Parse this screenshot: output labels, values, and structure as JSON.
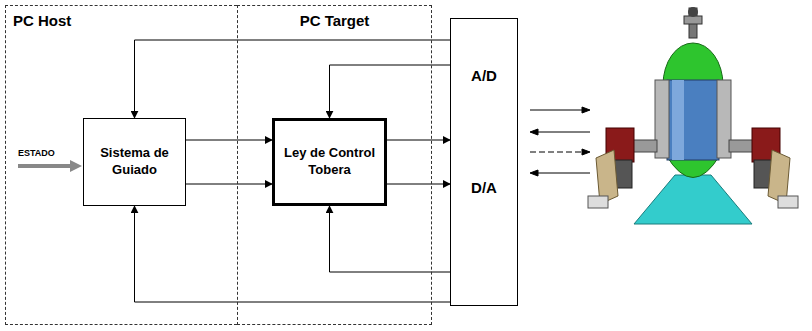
{
  "diagram": {
    "nodes": [
      {
        "text": [
          "PC Host"
        ]
      },
      {
        "text": [
          "PC Target"
        ]
      },
      {
        "text": [
          "Sistema de Guiado"
        ],
        "in": 0
      },
      {
        "text": [
          "Ley de Control Tobera"
        ],
        "in": 1
      },
      {
        "text": [
          "A/D",
          "D/A"
        ]
      }
    ],
    "edges": [
      {
        "from": 2,
        "to": 3,
        "arrow": "to"
      },
      {
        "from": 2,
        "to": 3,
        "arrow": "to"
      },
      {
        "from": 3,
        "to": 4,
        "arrow": "to"
      },
      {
        "from": 3,
        "to": 4,
        "arrow": "to"
      },
      {
        "from": 4,
        "to": 2,
        "arrow": "to"
      },
      {
        "from": 4,
        "to": 3,
        "arrow": "to"
      },
      {
        "from": 4,
        "to": 3,
        "arrow": "to"
      },
      {
        "from": 4,
        "to": 2,
        "arrow": "to"
      }
    ],
    "labels": [
      "ESTADO"
    ]
  }
}
